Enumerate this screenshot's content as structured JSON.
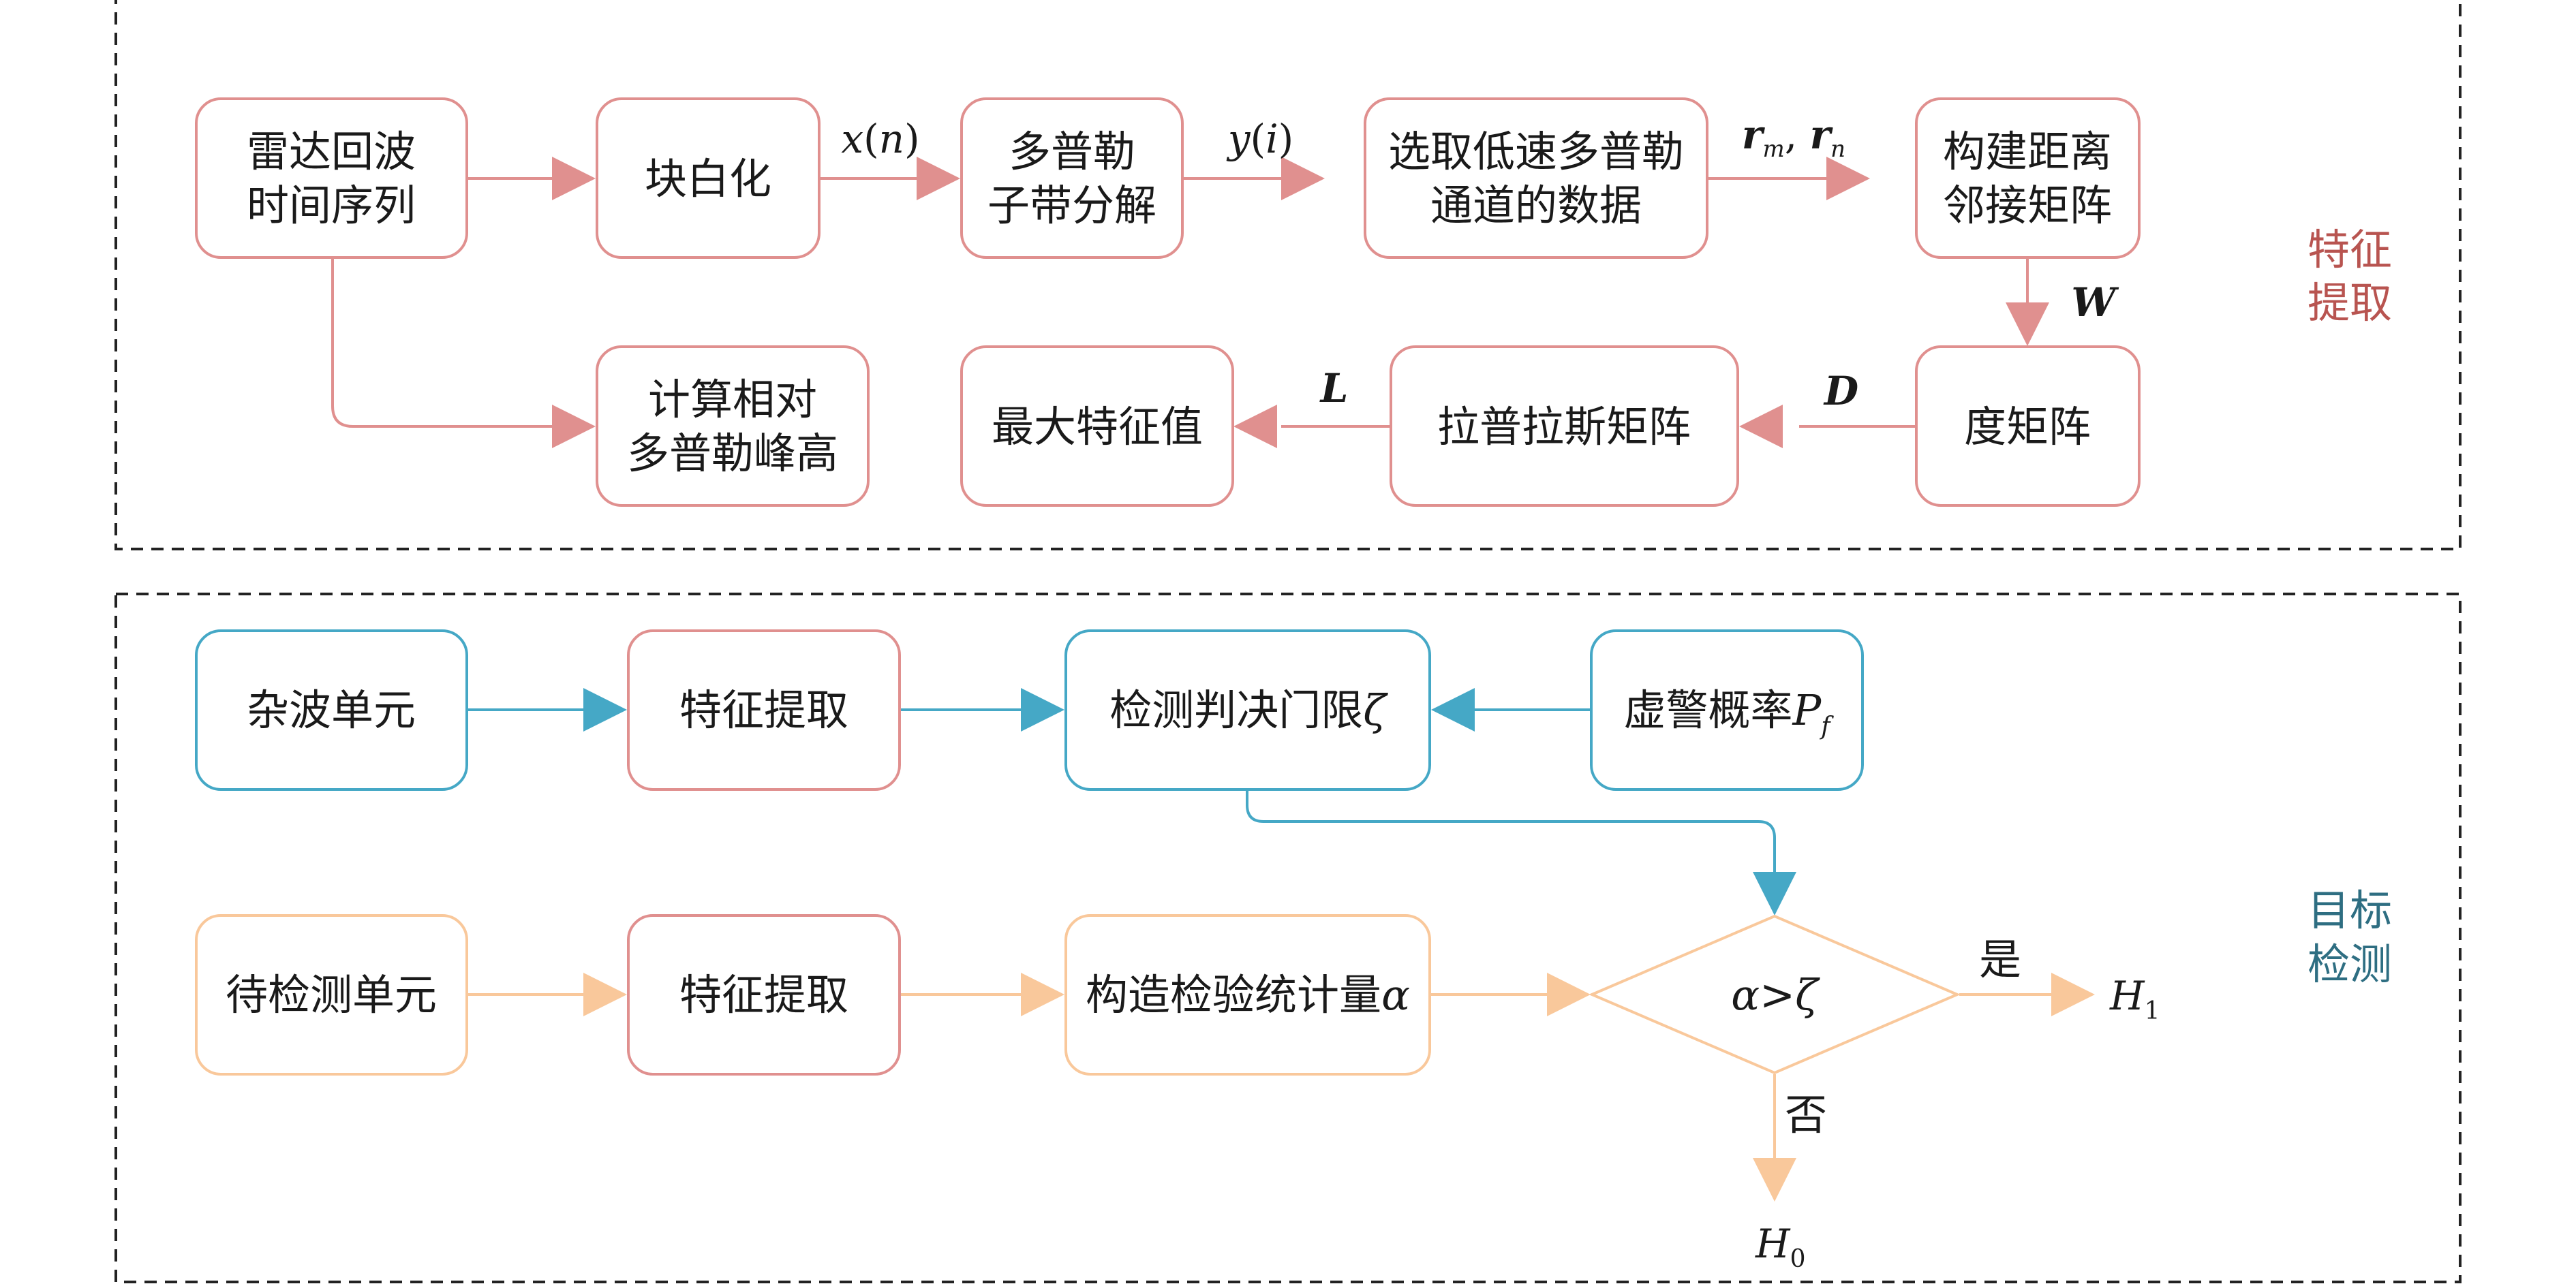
{
  "colors": {
    "red": "#E0908F",
    "blue": "#45A8C6",
    "orange": "#F9C89B",
    "label_red": "#B85450",
    "label_blue": "#2E6E82",
    "frame": "#222222"
  },
  "panels": {
    "feature_extraction": {
      "label_line1": "特征",
      "label_line2": "提取"
    },
    "target_detection": {
      "label_line1": "目标",
      "label_line2": "检测"
    }
  },
  "nodes": {
    "radar_echo": {
      "line1": "雷达回波",
      "line2": "时间序列"
    },
    "block_whitening": {
      "line1": "块白化"
    },
    "doppler_subband": {
      "line1": "多普勒",
      "line2": "子带分解"
    },
    "low_speed": {
      "line1": "选取低速多普勒",
      "line2": "通道的数据"
    },
    "distance_adjacency": {
      "line1": "构建距离",
      "line2": "邻接矩阵"
    },
    "relative_peak": {
      "line1": "计算相对",
      "line2": "多普勒峰高"
    },
    "max_eigenvalue": {
      "line1": "最大特征值"
    },
    "laplacian": {
      "line1": "拉普拉斯矩阵"
    },
    "degree_matrix": {
      "line1": "度矩阵"
    },
    "clutter_cell": {
      "line1": "杂波单元"
    },
    "feature_extract_1": {
      "line1": "特征提取"
    },
    "threshold": {
      "text": "检测判决门限",
      "symbol": "ζ"
    },
    "false_alarm": {
      "text": "虚警概率",
      "symbol": "P",
      "subscript": "f"
    },
    "cell_under_test": {
      "line1": "待检测单元"
    },
    "feature_extract_2": {
      "line1": "特征提取"
    },
    "test_statistic": {
      "text": "构造检验统计量",
      "symbol": "α"
    },
    "decision": {
      "lhs": "α",
      "op": ">",
      "rhs": "ζ"
    }
  },
  "edges": {
    "xn": {
      "f": "x",
      "arg": "n"
    },
    "yi": {
      "f": "y",
      "arg": "i"
    },
    "rmrn": {
      "a": "r",
      "a_sub": "m",
      "sep": ",",
      "b": "r",
      "b_sub": "n"
    },
    "W": {
      "text": "W"
    },
    "D": {
      "text": "D"
    },
    "L": {
      "text": "L"
    },
    "yes": {
      "text": "是"
    },
    "no": {
      "text": "否"
    },
    "H1": {
      "main": "H",
      "sub": "1"
    },
    "H0": {
      "main": "H",
      "sub": "0"
    }
  }
}
